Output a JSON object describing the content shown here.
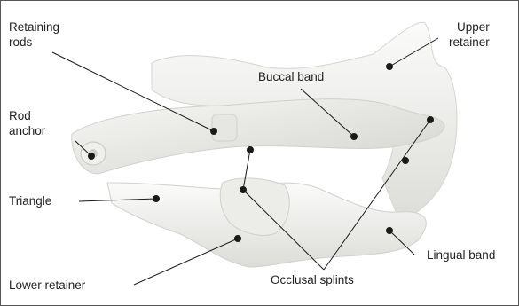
{
  "labels": {
    "retaining_rods": [
      "Retaining",
      "rods"
    ],
    "upper_retainer": [
      "Upper",
      "retainer"
    ],
    "buccal_band": "Buccal band",
    "rod_anchor": [
      "Rod",
      "anchor"
    ],
    "triangle": "Triangle",
    "lingual_band": "Lingual band",
    "lower_retainer": "Lower retainer",
    "occlusal_splints": "Occlusal splints"
  },
  "colors": {
    "frame": "#555555",
    "leader": "#1a1a1a",
    "appliance": "#f3f3f1",
    "appliance_shade": "#d9d9d6",
    "text": "#222222"
  }
}
